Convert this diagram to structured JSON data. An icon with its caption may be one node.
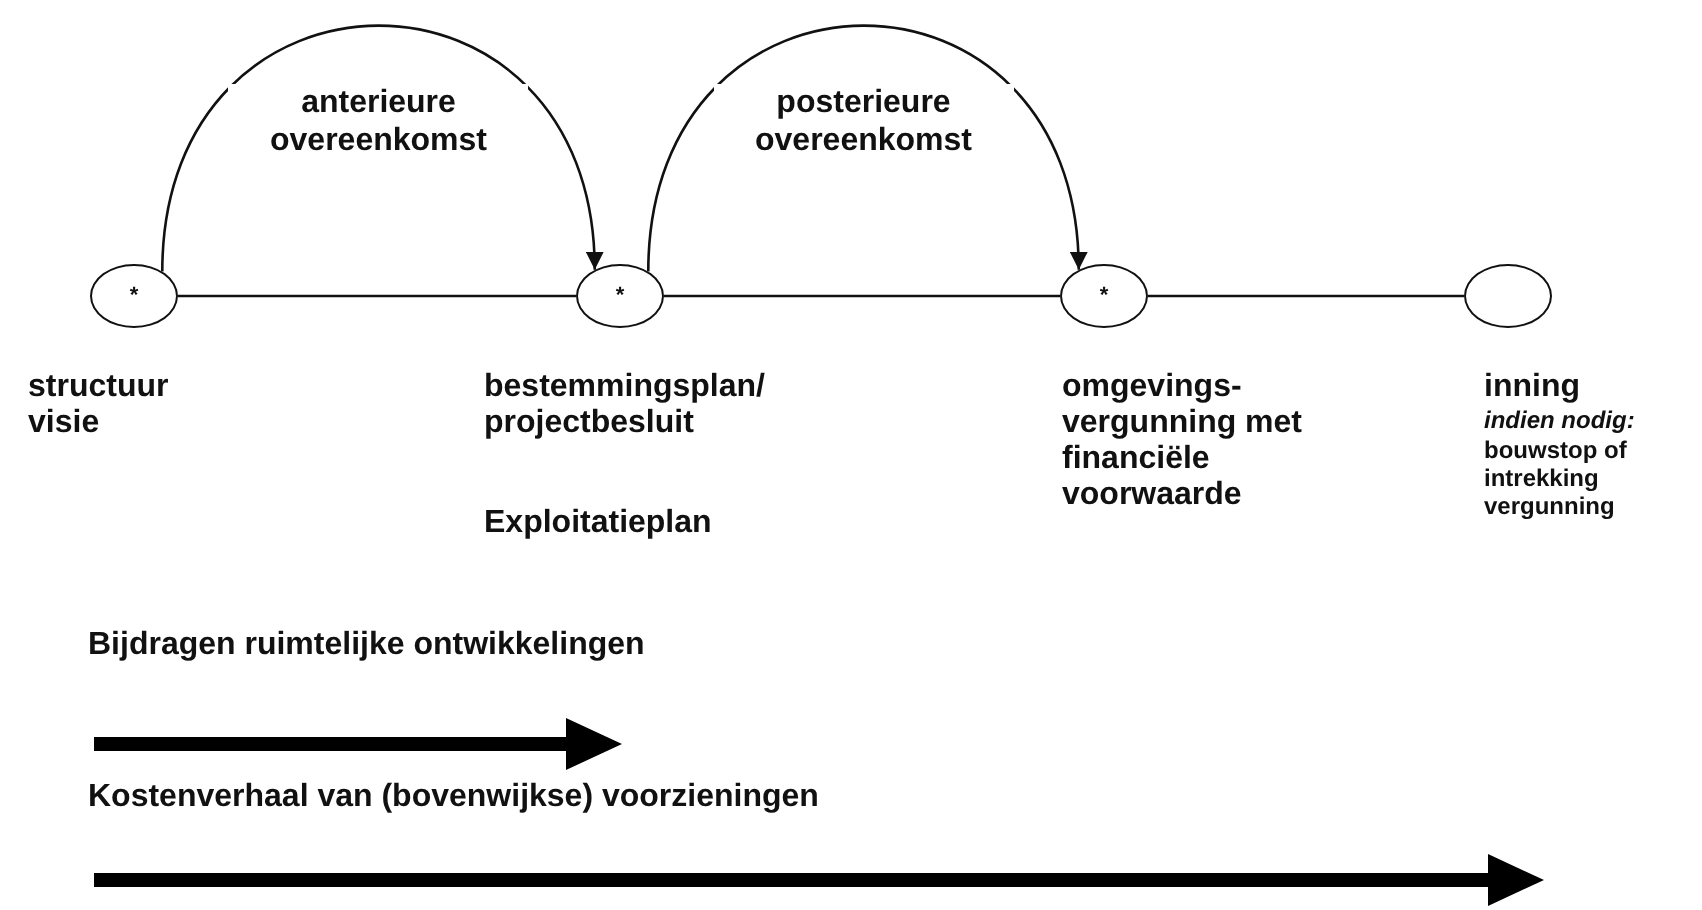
{
  "diagram": {
    "nodes": [
      {
        "text": [
          "*"
        ],
        "beside": [
          "structuur visie"
        ]
      },
      {
        "text": [
          "*"
        ],
        "beside": [
          "bestemmingsplan/ projectbesluit",
          "Exploitatieplan"
        ]
      },
      {
        "text": [
          "*"
        ],
        "beside": [
          "omgevings- vergunning met financiële voorwaarde"
        ]
      },
      {
        "text": [],
        "shape": "circle",
        "beside": [
          "inning",
          "indien nodig:",
          "bouwstop of intrekking vergunning"
        ]
      }
    ],
    "edges": [
      {
        "from": 0,
        "to": 1,
        "arrow": "to",
        "label": "anterieure overeenkomst"
      },
      {
        "from": 0,
        "to": 1,
        "arrow": "none"
      },
      {
        "from": 1,
        "to": 2,
        "arrow": "to",
        "label": "posterieure overeenkomst"
      },
      {
        "from": 1,
        "to": 2,
        "arrow": "none"
      },
      {
        "from": 2,
        "to": 3,
        "arrow": "none"
      }
    ],
    "labels": [
      "Bijdragen ruimtelijke ontwikkelingen",
      "Kostenverhaal van (bovenwijkse) voorzieningen"
    ]
  }
}
